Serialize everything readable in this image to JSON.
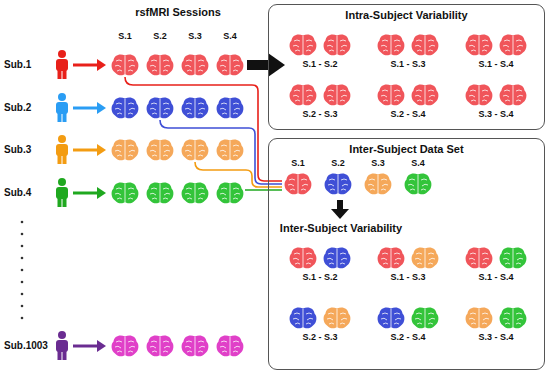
{
  "diagram": {
    "nodes": [
      {
        "text": [
          "Intra-Subject Variability"
        ]
      },
      {
        "text": [
          "Inter-Subject Data Set",
          "Inter-Subject Variability"
        ]
      }
    ],
    "labels": [
      "rsfMRI Sessions",
      "S.1",
      "S.2",
      "S.3",
      "S.4",
      "Sub.1",
      "Sub.2",
      "Sub.3",
      "Sub.4",
      "Sub.1003",
      "S.1 - S.2",
      "S.1 - S.3",
      "S.1 - S.4",
      "S.2 - S.3",
      "S.2 - S.4",
      "S.3 - S.4",
      "S.1",
      "S.2",
      "S.3",
      "S.4",
      "S.1 - S.2",
      "S.1 - S.3",
      "S.1 - S.4",
      "S.2 - S.3",
      "S.2 - S.4",
      "S.3 - S.4"
    ]
  }
}
